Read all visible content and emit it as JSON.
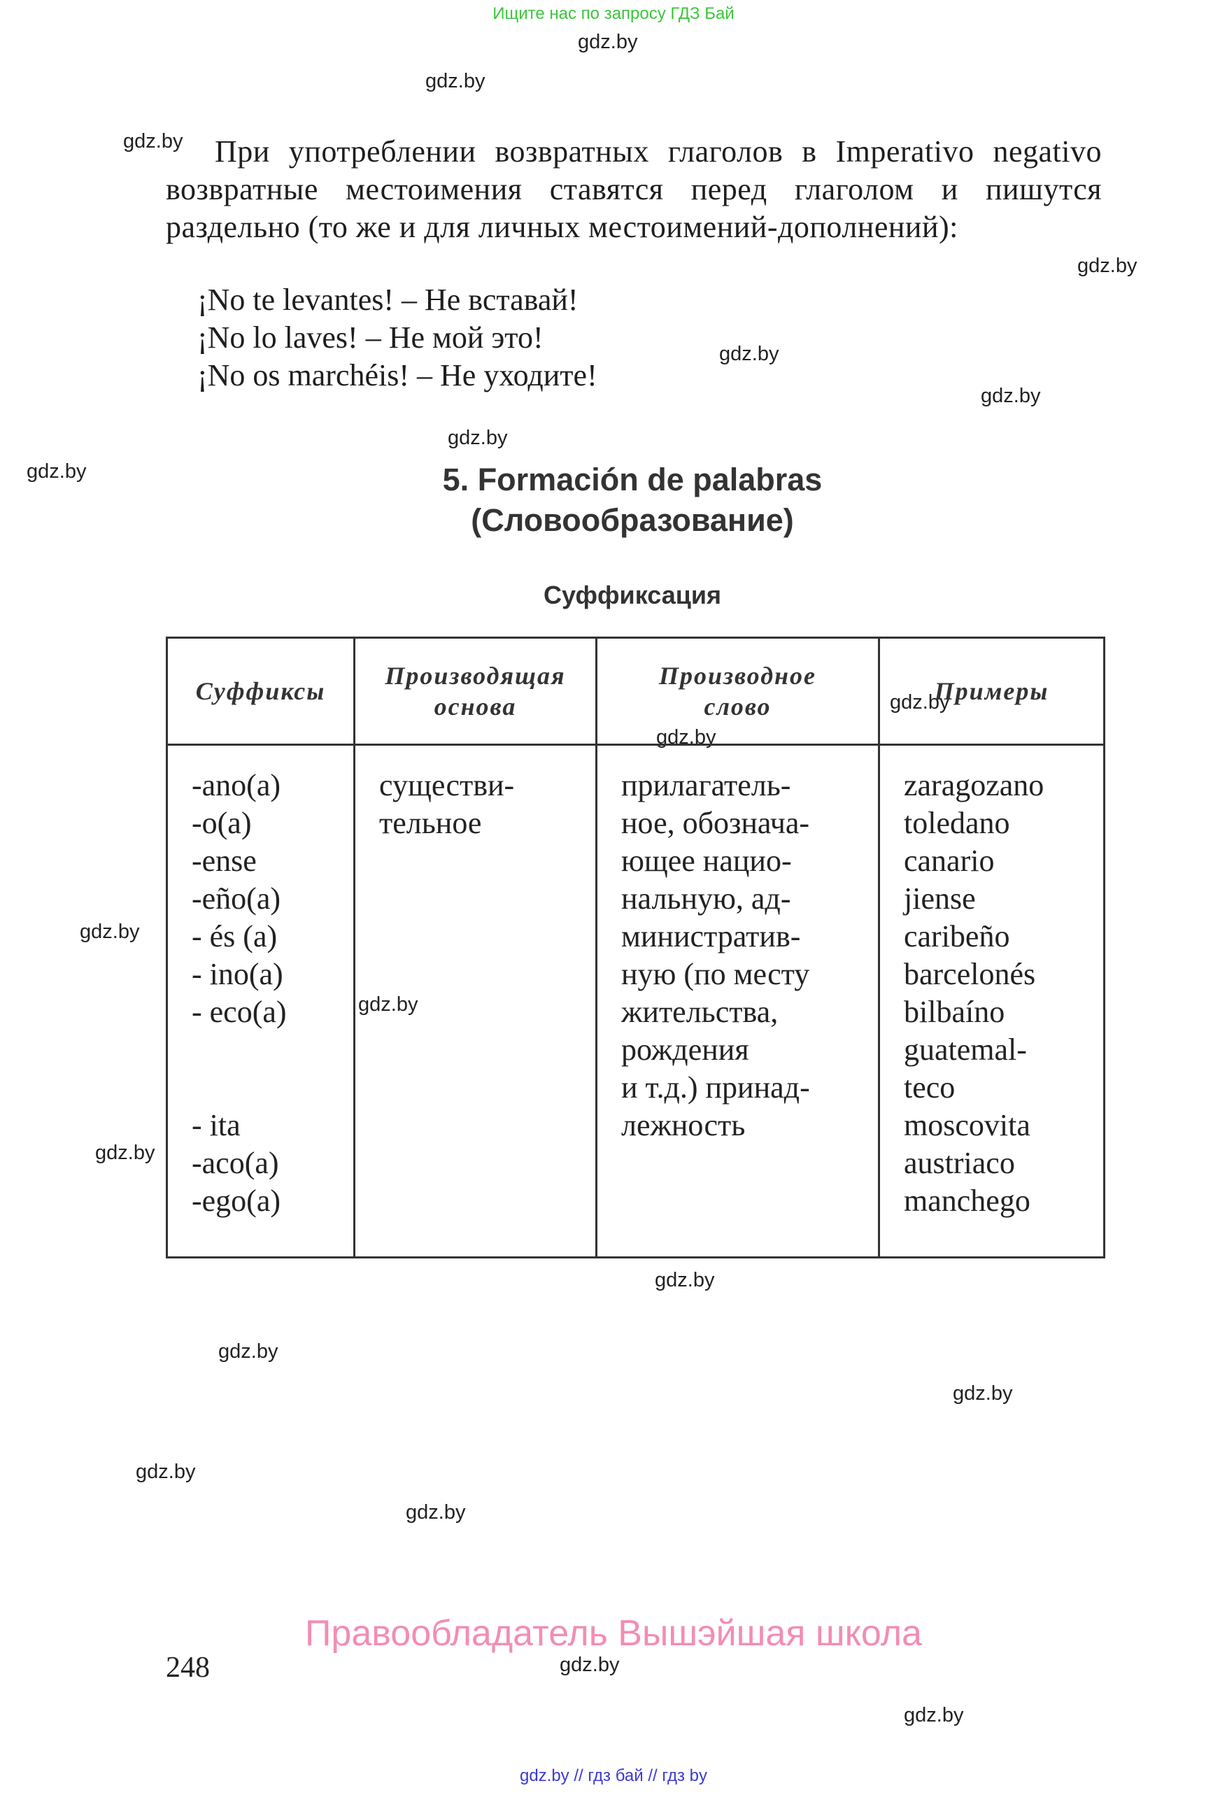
{
  "top_banner": "Ищите нас по запросу ГДЗ Бай",
  "watermark_text": "gdz.by",
  "paragraph": "При употреблении возвратных глаголов в Imperativo negativo возвратные местоимения ставятся перед глаголом и пишутся раздельно (то же и для личных местоимений-дополнений):",
  "examples": [
    "¡No te levantes! – Не вставай!",
    "¡No lo laves! – Не мой это!",
    "¡No os marchéis! – Не уходите!"
  ],
  "section": {
    "title_line1": "5. Formación de palabras",
    "title_line2": "(Словообразование)",
    "subtitle": "Суффиксация"
  },
  "table": {
    "headers": [
      "Суффиксы",
      "Производящая основа",
      "Производное слово",
      "Примеры"
    ],
    "header_lines": [
      [
        "Суффиксы"
      ],
      [
        "Производящая",
        "основа"
      ],
      [
        "Производное",
        "слово"
      ],
      [
        "Примеры"
      ]
    ],
    "suffixes_group1": [
      "-ano(a)",
      "-o(a)",
      "-ense",
      "-eño(a)",
      "- és (a)",
      "- ino(a)",
      "- eco(a)"
    ],
    "suffixes_group2": [
      "- ita",
      "-aco(a)",
      "-ego(a)"
    ],
    "base_lines": [
      "существи-",
      "тельное"
    ],
    "derived_lines": [
      "прилагатель-",
      "ное, обознача-",
      "ющее нацио-",
      "нальную, ад-",
      "министратив-",
      "ную (по месту",
      "жительства,",
      "рождения",
      "и т.д.) принад-",
      "лежность"
    ],
    "examples": [
      "zaragozano",
      "toledano",
      "canario",
      "jiense",
      "caribeño",
      "barcelonés",
      "bilbaíno",
      "guatemal-",
      "teco",
      "moscovita",
      "austriaco",
      "manchego"
    ]
  },
  "copyright": "Правообладатель Вышэйшая школа",
  "page_number": "248",
  "bottom_line": "gdz.by  //  гдз бай  //  гдз by"
}
